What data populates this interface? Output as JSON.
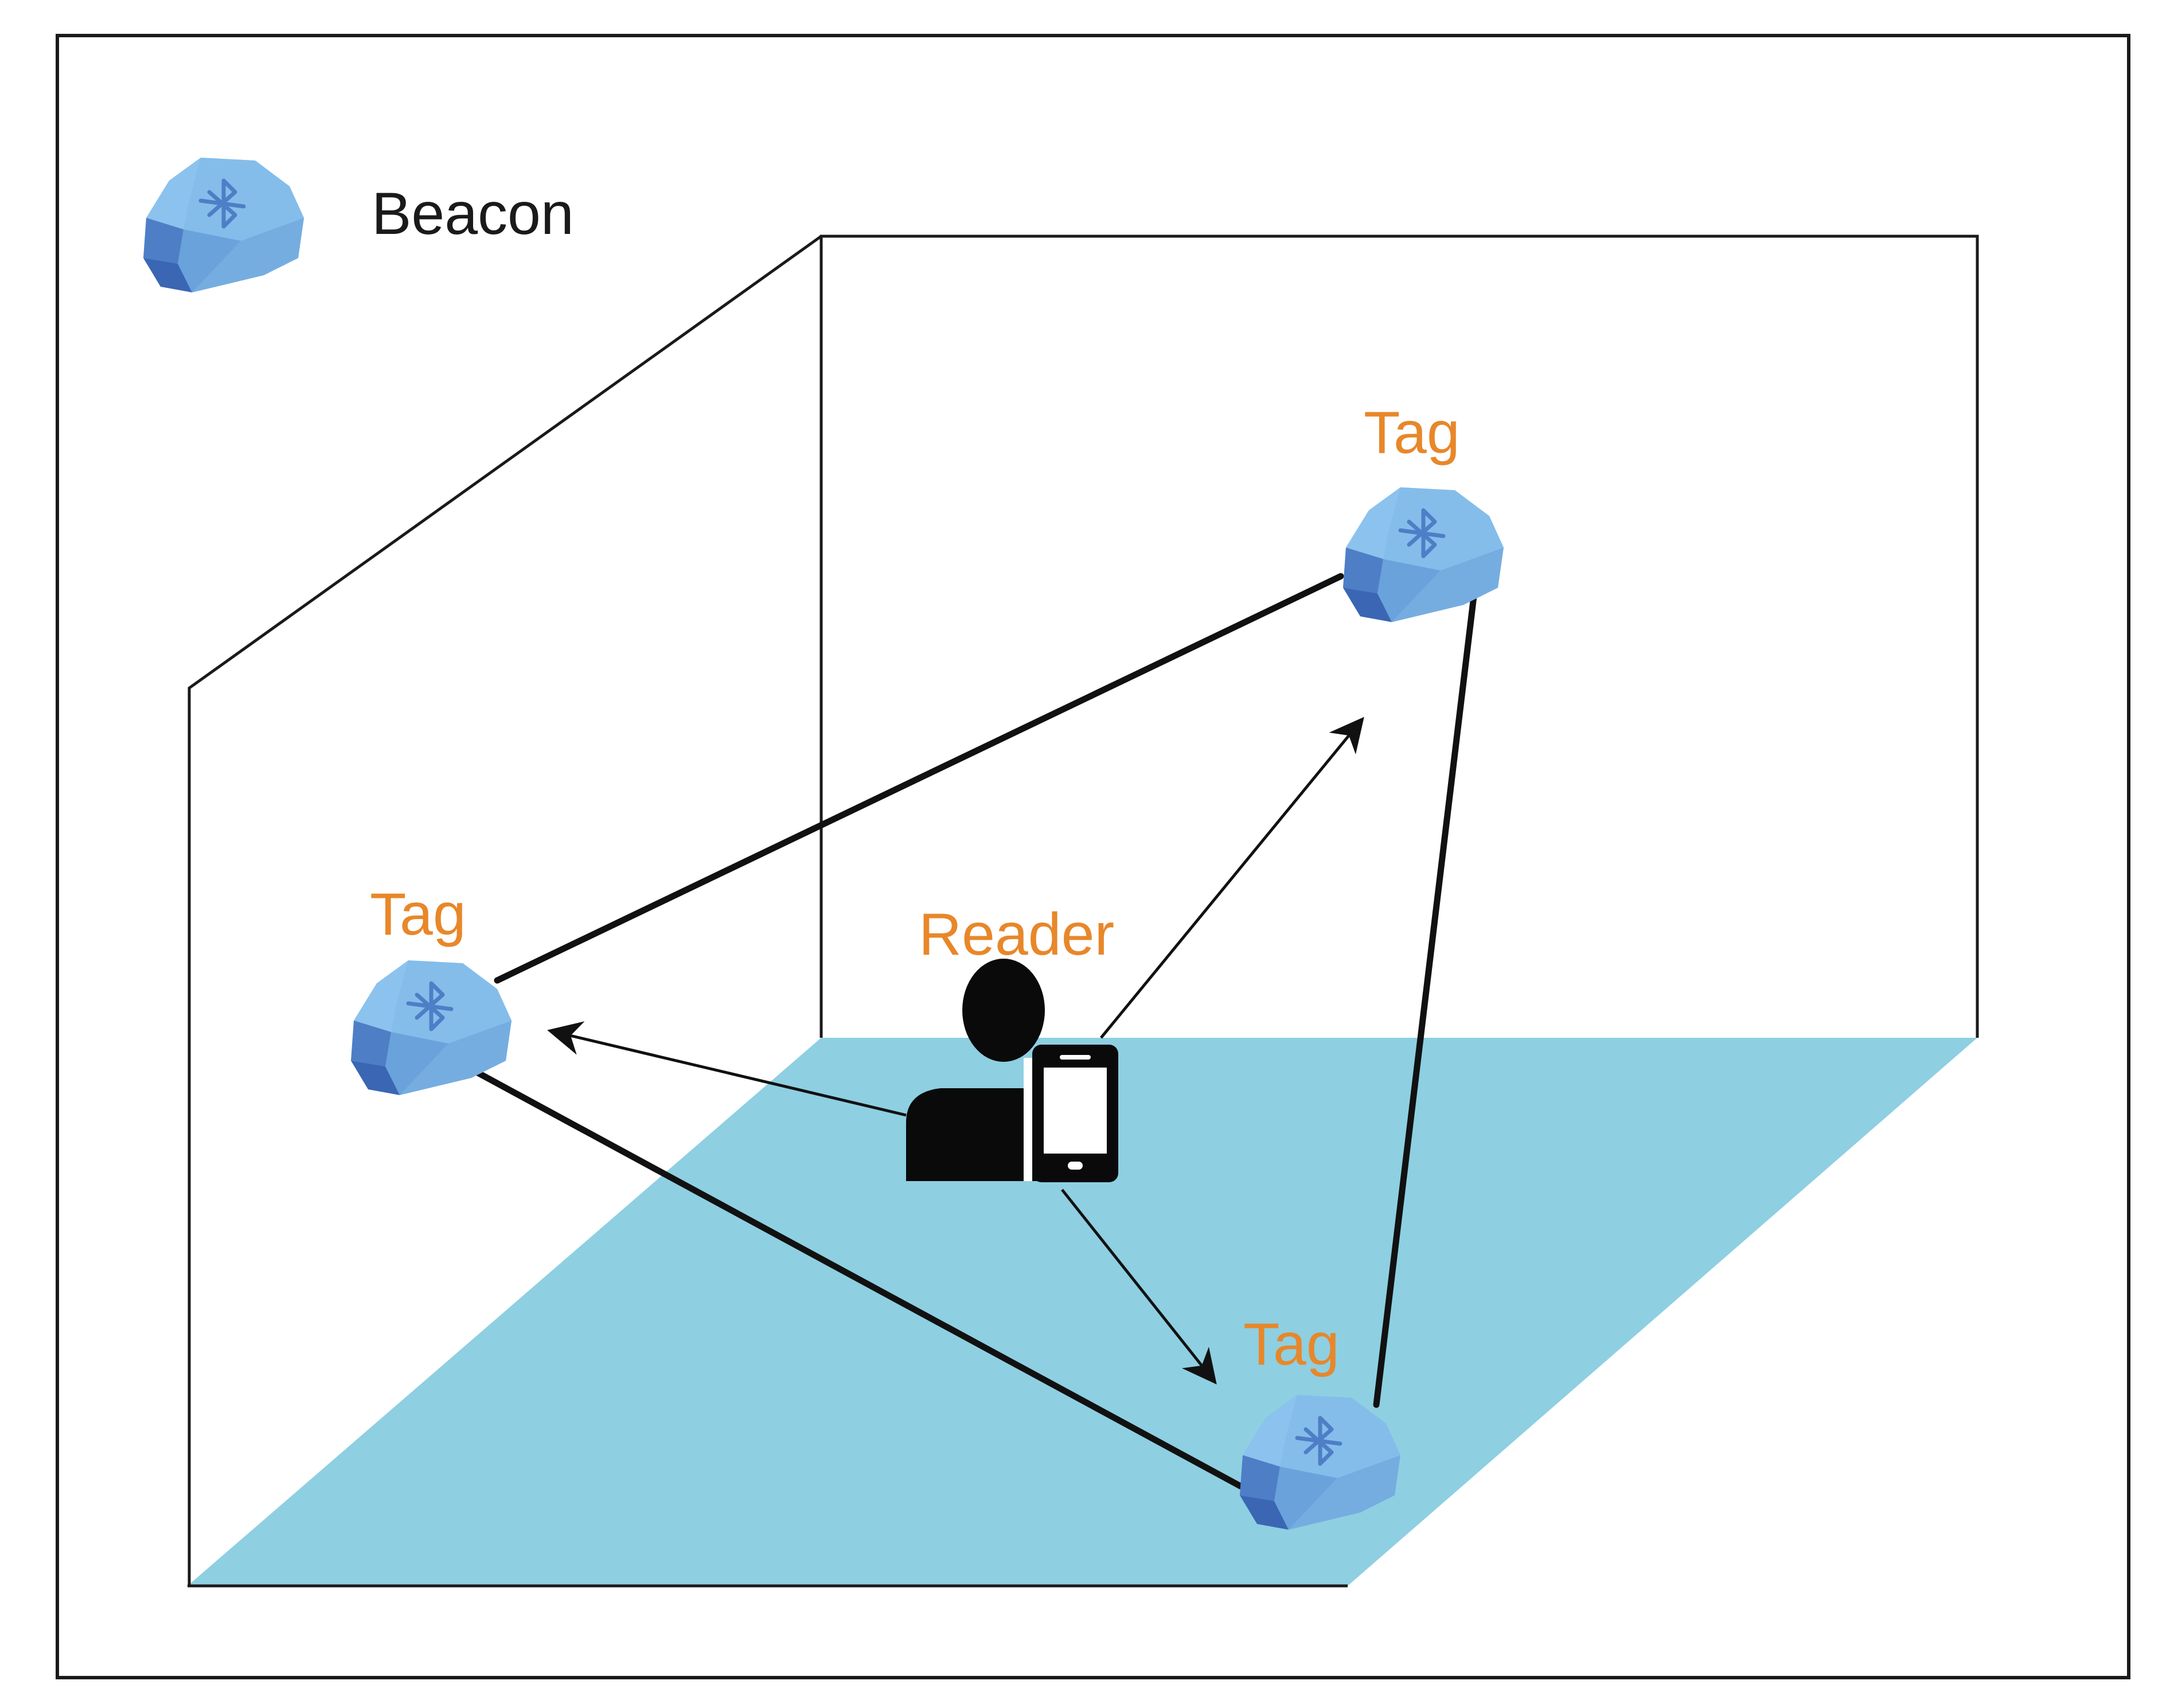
{
  "legend": {
    "icon": "beacon-icon",
    "label": "Beacon"
  },
  "labels": {
    "reader": "Reader",
    "tag_top": "Tag",
    "tag_left": "Tag",
    "tag_bottom": "Tag"
  },
  "icons": {
    "beacon": "beacon-icon",
    "reader": "person-with-phone-icon",
    "bluetooth": "bluetooth-icon"
  },
  "colors": {
    "label_accent": "#E8872A",
    "floor": "#8ECFE2",
    "beacon_light": "#7EB6E6",
    "beacon_dark": "#3E6CB7",
    "line": "#1a1a1a"
  }
}
